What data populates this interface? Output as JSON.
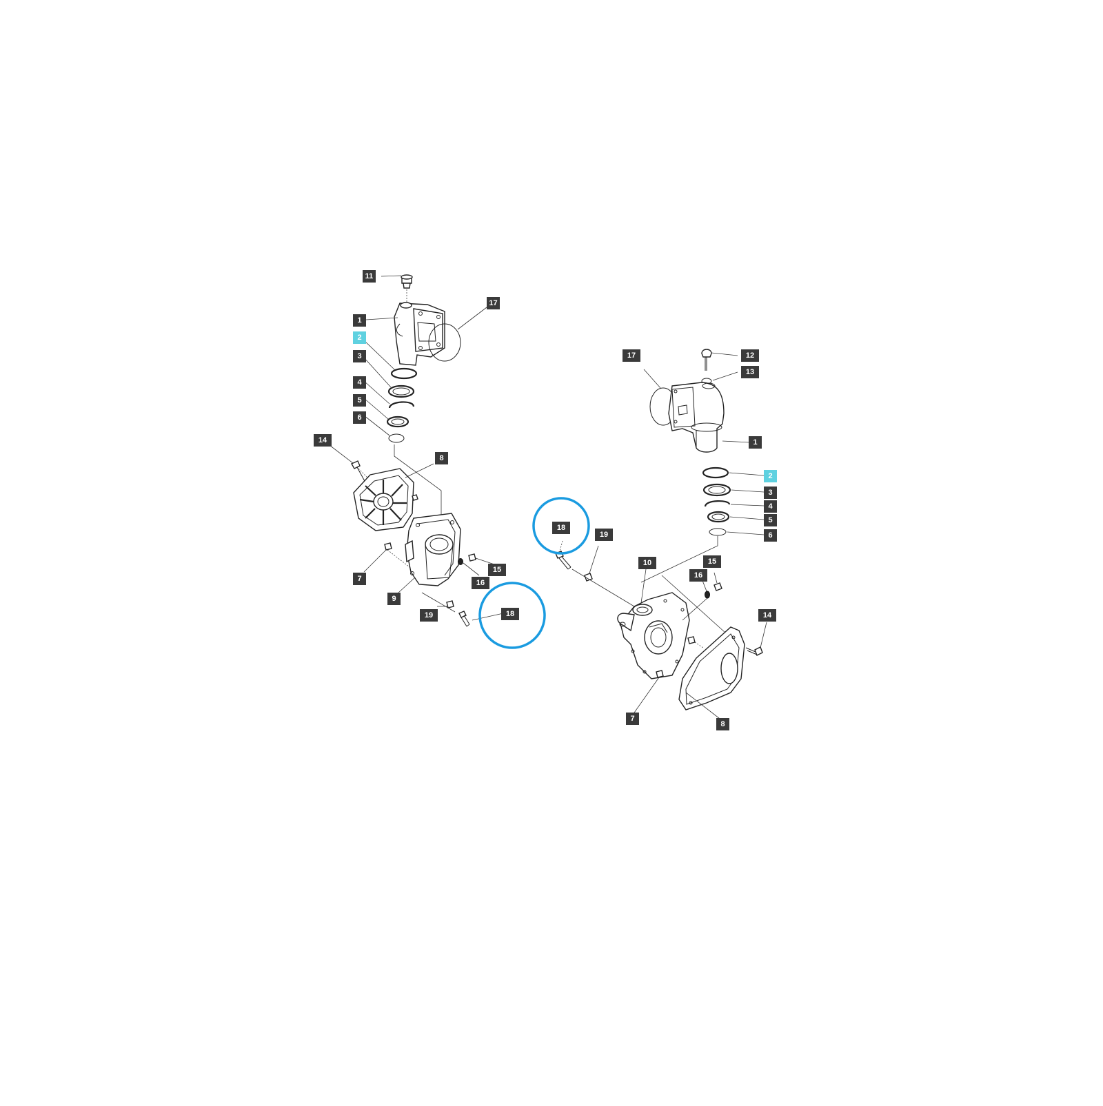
{
  "colors": {
    "label_bg": "#3a3a3a",
    "label_text": "#ffffff",
    "highlight_label": "#5fd1e0",
    "highlight_circle": "#1a9be0"
  },
  "left_assembly": {
    "labels": {
      "p11": "11",
      "p1": "1",
      "p17": "17",
      "p2": "2",
      "p3": "3",
      "p4": "4",
      "p5": "5",
      "p6": "6",
      "p14": "14",
      "p8": "8",
      "p7": "7",
      "p9": "9",
      "p15": "15",
      "p16": "16",
      "p19": "19",
      "p18": "18"
    }
  },
  "right_assembly": {
    "labels": {
      "p17": "17",
      "p12": "12",
      "p13": "13",
      "p1": "1",
      "p2": "2",
      "p3": "3",
      "p4": "4",
      "p5": "5",
      "p6": "6",
      "p18": "18",
      "p19": "19",
      "p10": "10",
      "p15": "15",
      "p16": "16",
      "p14": "14",
      "p7": "7",
      "p8": "8"
    }
  },
  "highlighted_part": "2",
  "circled_part": "18"
}
